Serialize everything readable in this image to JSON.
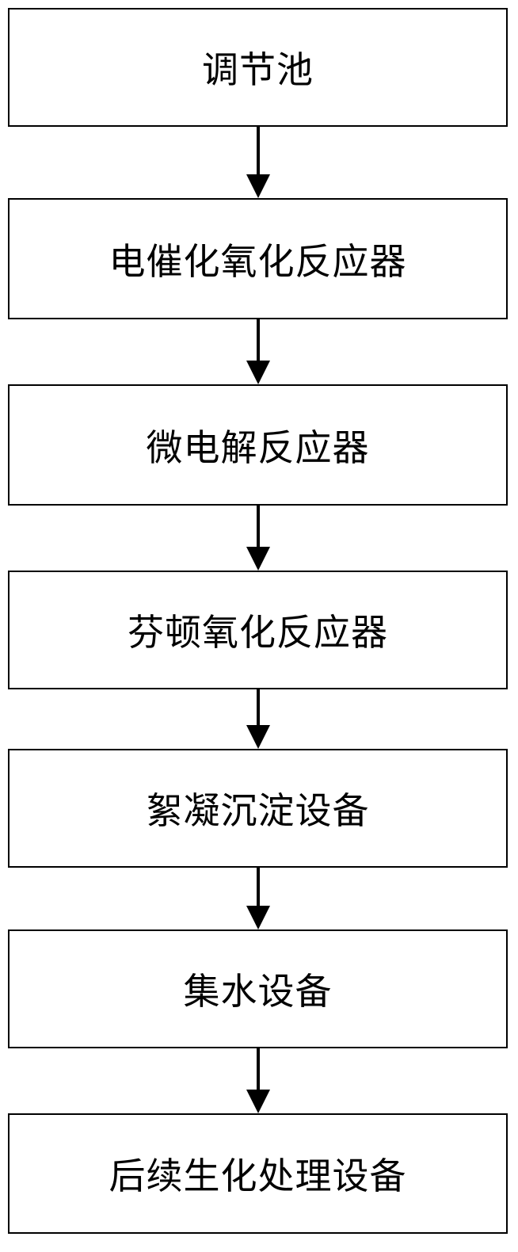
{
  "flowchart": {
    "steps": [
      {
        "label": "调节池"
      },
      {
        "label": "电催化氧化反应器"
      },
      {
        "label": "微电解反应器"
      },
      {
        "label": "芬顿氧化反应器"
      },
      {
        "label": "絮凝沉淀设备"
      },
      {
        "label": "集水设备"
      },
      {
        "label": "后续生化处理设备"
      }
    ]
  }
}
